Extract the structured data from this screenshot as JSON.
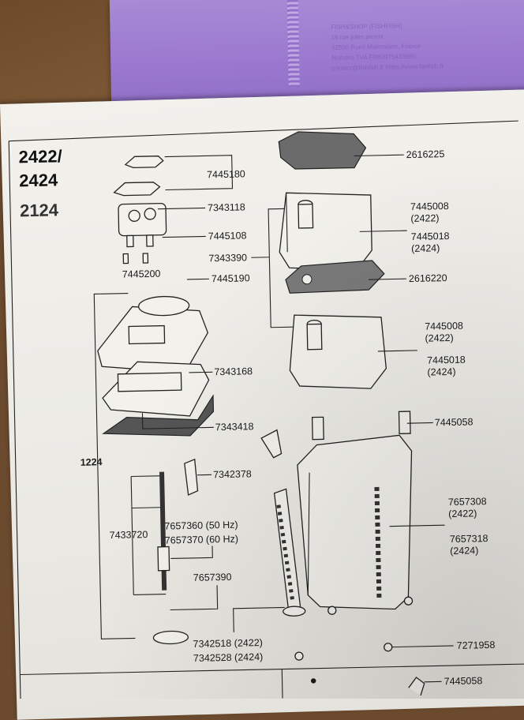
{
  "document": {
    "folder_text": [
      "FISH&SHOP (FISHFISH)",
      "16 rue jules parent",
      "92500 Rueil-Malmaison, France",
      "Numéro TVA FR60975433590",
      "contact@fishfish.fr  https://www.fanfish.fr"
    ],
    "model_numbers": {
      "line1": "2422/",
      "line2": "2424",
      "line3": "2124"
    }
  },
  "parts": {
    "p2616225": "2616225",
    "p7445180": "7445180",
    "p7343118": "7343118",
    "p7445108": "7445108",
    "p7445200": "7445200",
    "p7343390": "7343390",
    "p7445190": "7445190",
    "p7445008a": "7445008",
    "p7445008a_sub": "(2422)",
    "p7445018a": "7445018",
    "p7445018a_sub": "(2424)",
    "p2616220": "2616220",
    "p7445008b": "7445008",
    "p7445008b_sub": "(2422)",
    "p7445018b": "7445018",
    "p7445018b_sub": "(2424)",
    "p7343168": "7343168",
    "p7343418": "7343418",
    "p7445058": "7445058",
    "p1224": "1224",
    "p7342378": "7342378",
    "p7433720": "7433720",
    "p7657360": "7657360 (50 Hz)",
    "p7657370": "7657370 (60 Hz)",
    "p7657308": "7657308",
    "p7657308_sub": "(2422)",
    "p7657318": "7657318",
    "p7657318_sub": "(2424)",
    "p7657390": "7657390",
    "p7342518": "7342518 (2422)",
    "p7342528": "7342528 (2424)",
    "p7271958": "7271958",
    "p7445058b": "7445058"
  }
}
